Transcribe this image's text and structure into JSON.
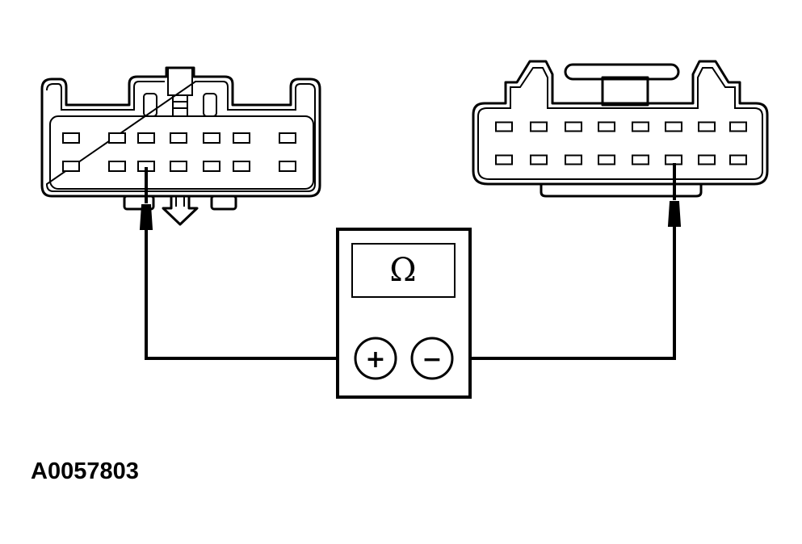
{
  "meter": {
    "display_symbol": "Ω",
    "plus_label": "+",
    "minus_label": "−"
  },
  "figure_id": "A0057803",
  "left_connector": {
    "pin_rows": 2,
    "pins_per_row": 7,
    "probed_pin": {
      "row": 2,
      "col": 3
    }
  },
  "right_connector": {
    "pin_rows": 2,
    "pins_per_row": 8,
    "probed_pin": {
      "row": 2,
      "col": 6
    }
  }
}
